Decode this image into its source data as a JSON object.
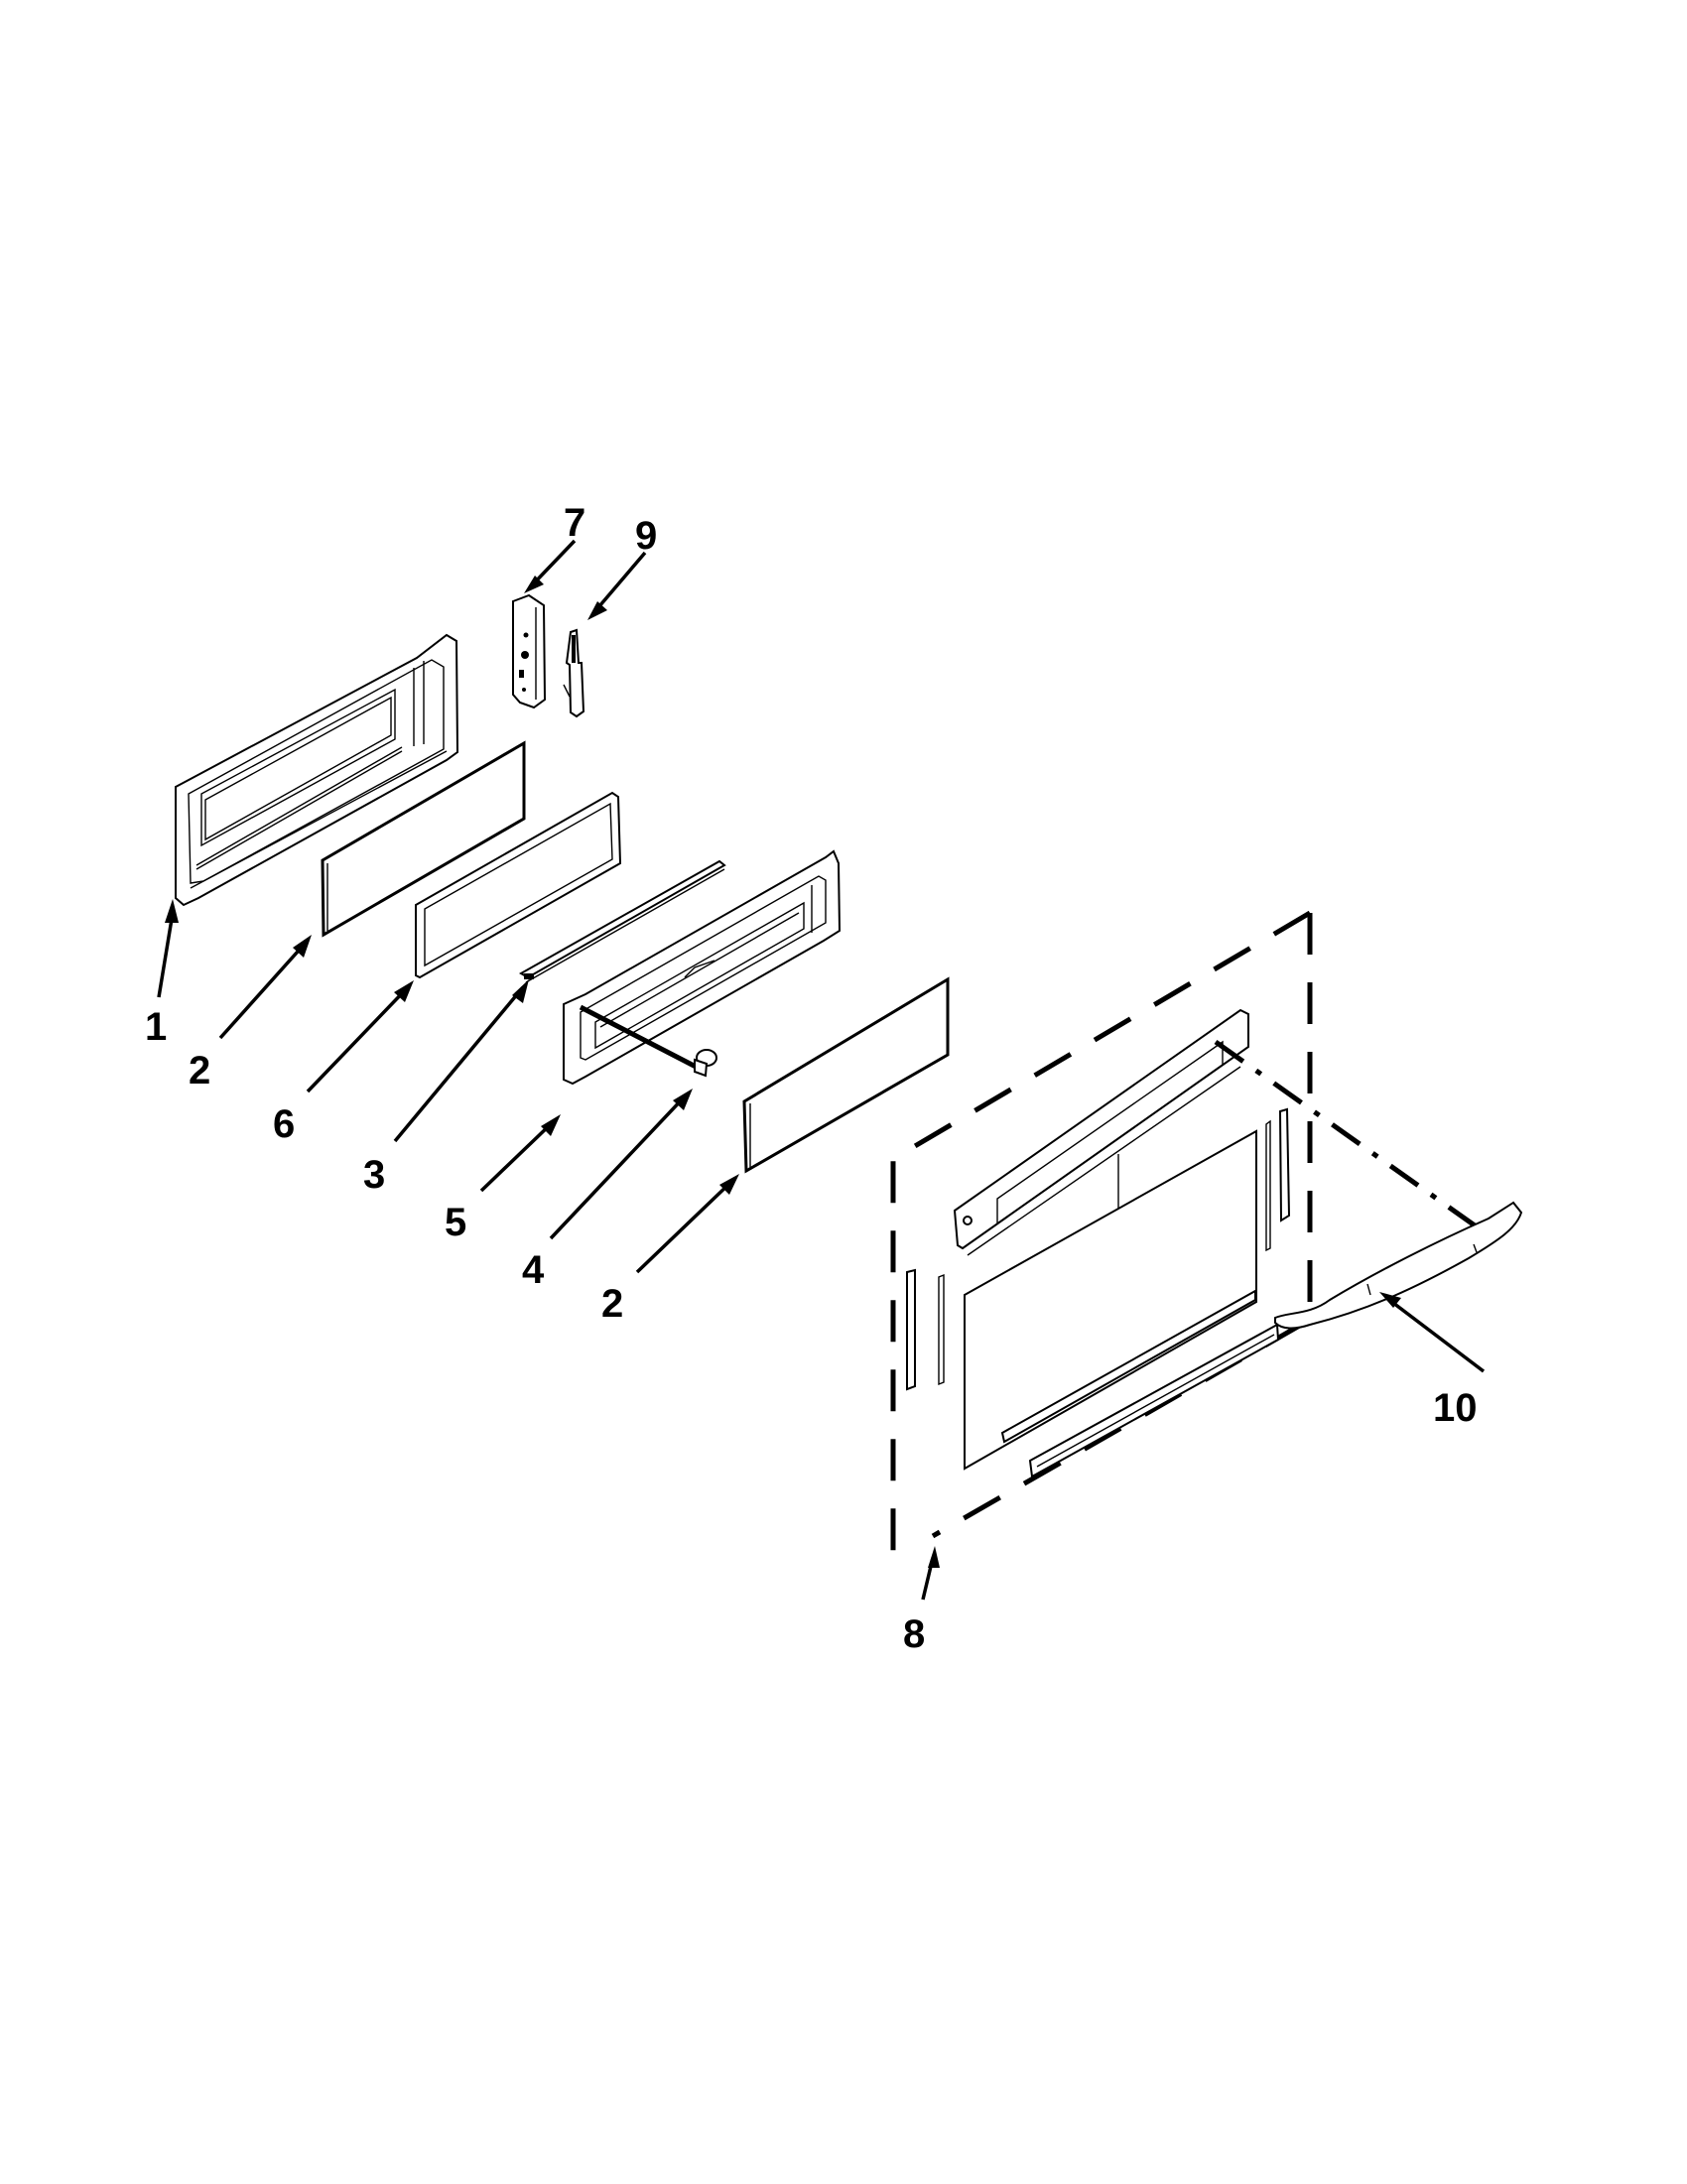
{
  "diagram": {
    "type": "exploded parts diagram",
    "subject": "oven door assembly",
    "callouts": [
      {
        "id": "1",
        "label": "1"
      },
      {
        "id": "2a",
        "label": "2"
      },
      {
        "id": "6",
        "label": "6"
      },
      {
        "id": "3",
        "label": "3"
      },
      {
        "id": "5",
        "label": "5"
      },
      {
        "id": "4",
        "label": "4"
      },
      {
        "id": "2b",
        "label": "2"
      },
      {
        "id": "7",
        "label": "7"
      },
      {
        "id": "9",
        "label": "9"
      },
      {
        "id": "10",
        "label": "10"
      },
      {
        "id": "8",
        "label": "8"
      }
    ],
    "parts": [
      {
        "callout": "1",
        "depicts": "inner door frame"
      },
      {
        "callout": "2",
        "depicts": "glass panel (inner)"
      },
      {
        "callout": "6",
        "depicts": "glass panel with frame"
      },
      {
        "callout": "3",
        "depicts": "door trim strip"
      },
      {
        "callout": "5",
        "depicts": "door liner / middle frame"
      },
      {
        "callout": "4",
        "depicts": "screw / fastener"
      },
      {
        "callout": "2",
        "depicts": "glass panel (outer)"
      },
      {
        "callout": "7",
        "depicts": "hinge bracket"
      },
      {
        "callout": "9",
        "depicts": "hinge pin"
      },
      {
        "callout": "8",
        "depicts": "outer door panel kit (dashed boundary)"
      },
      {
        "callout": "10",
        "depicts": "door handle"
      }
    ],
    "colors": {
      "line": "#000000",
      "background": "#ffffff"
    }
  }
}
